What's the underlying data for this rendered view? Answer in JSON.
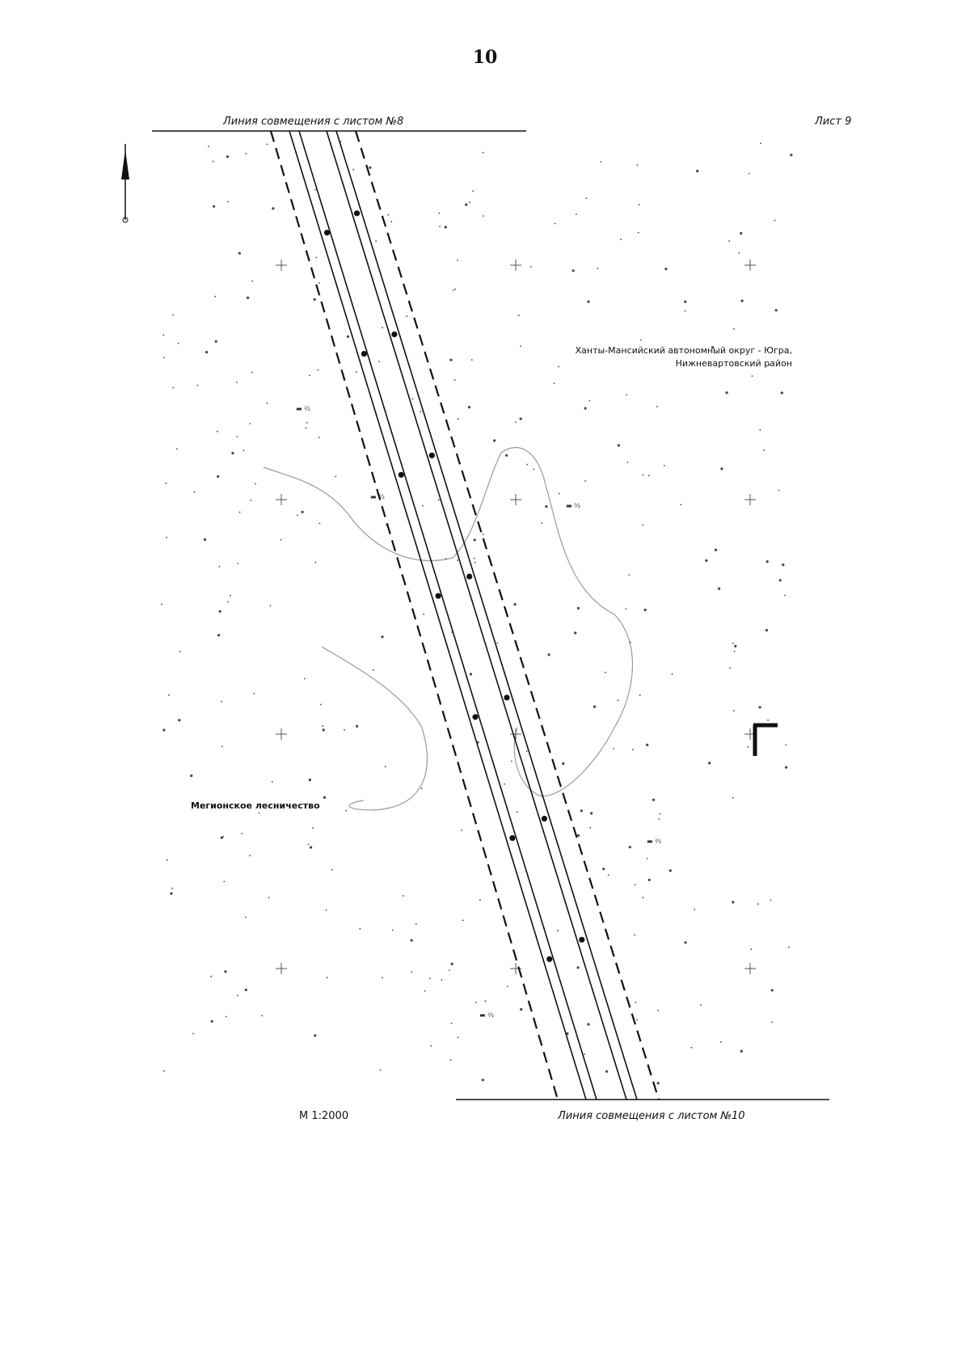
{
  "page_number": "10",
  "sheet_label": "Лист 9",
  "top_join_label": "Линия совмещения с листом №8",
  "bottom_join_label": "Линия совмещения с листом №10",
  "scale_label": "М 1:2000",
  "region_label": {
    "line1": "Ханты-Мансийский автономный округ - Югра,",
    "line2": "Нижневартовский район"
  },
  "forestry_label": "Мегионское лесничество",
  "colors": {
    "ink": "#111111",
    "contour": "#9a9a9a",
    "dots": "#333333"
  },
  "icons": [
    "north-arrow-icon",
    "grid-cross-icon",
    "legend-symbol-icon"
  ]
}
